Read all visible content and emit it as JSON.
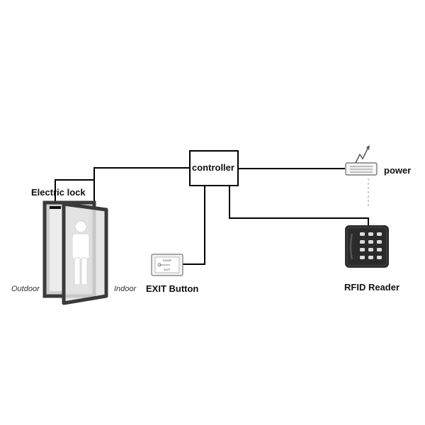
{
  "diagram": {
    "controller_label": "controller",
    "power_label": "power",
    "electric_lock_label": "Electric lock",
    "outdoor_label": "Outdoor",
    "indoor_label": "Indoor",
    "exit_button_label": "EXIT Button",
    "exit_plate_text": [
      "DOOR",
      "EXIT"
    ],
    "rfid_reader_label": "RFID Reader",
    "colors": {
      "wire": "#000000",
      "door_frame": "#3a3a3a",
      "reader_body": "#2b2b2b"
    }
  }
}
